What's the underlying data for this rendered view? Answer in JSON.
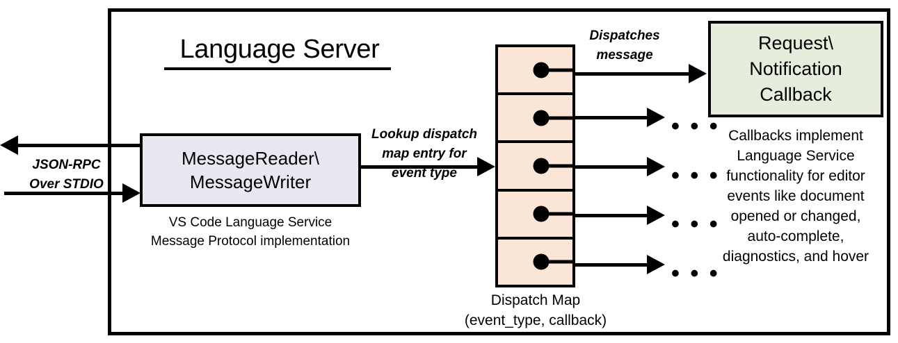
{
  "diagram": {
    "title": "Language Server",
    "boundary_name": "language-server-boundary"
  },
  "external_io": {
    "label_line1": "JSON-RPC",
    "label_line2": "Over STDIO",
    "outbound_arrow": "arrow-left",
    "inbound_arrow": "arrow-right"
  },
  "message_rw": {
    "line1": "MessageReader\\",
    "line2": "MessageWriter",
    "caption_line1": "VS Code Language Service",
    "caption_line2": "Message Protocol implementation",
    "fill": "#EAE7F1"
  },
  "lookup": {
    "line1": "Lookup dispatch",
    "line2": "map entry for",
    "line3": "event type"
  },
  "dispatch_map": {
    "caption_line1": "Dispatch Map",
    "caption_line2": "(event_type, callback)",
    "fill": "#FBE5D6",
    "rows": [
      {
        "id": "row-1",
        "target": "callback-box"
      },
      {
        "id": "row-2",
        "target": "ellipsis"
      },
      {
        "id": "row-3",
        "target": "ellipsis"
      },
      {
        "id": "row-4",
        "target": "ellipsis"
      },
      {
        "id": "row-5",
        "target": "ellipsis"
      }
    ],
    "ellipsis_glyph": "• • •"
  },
  "dispatches": {
    "line1": "Dispatches",
    "line2": "message"
  },
  "callback": {
    "line1": "Request\\",
    "line2": "Notification",
    "line3": "Callback",
    "fill": "#E6EDDC",
    "caption_line1": "Callbacks implement",
    "caption_line2": "Language Service",
    "caption_line3": "functionality for editor",
    "caption_line4": "events like document",
    "caption_line5": "opened or changed,",
    "caption_line6": "auto-complete,",
    "caption_line7": "diagnostics, and hover"
  }
}
